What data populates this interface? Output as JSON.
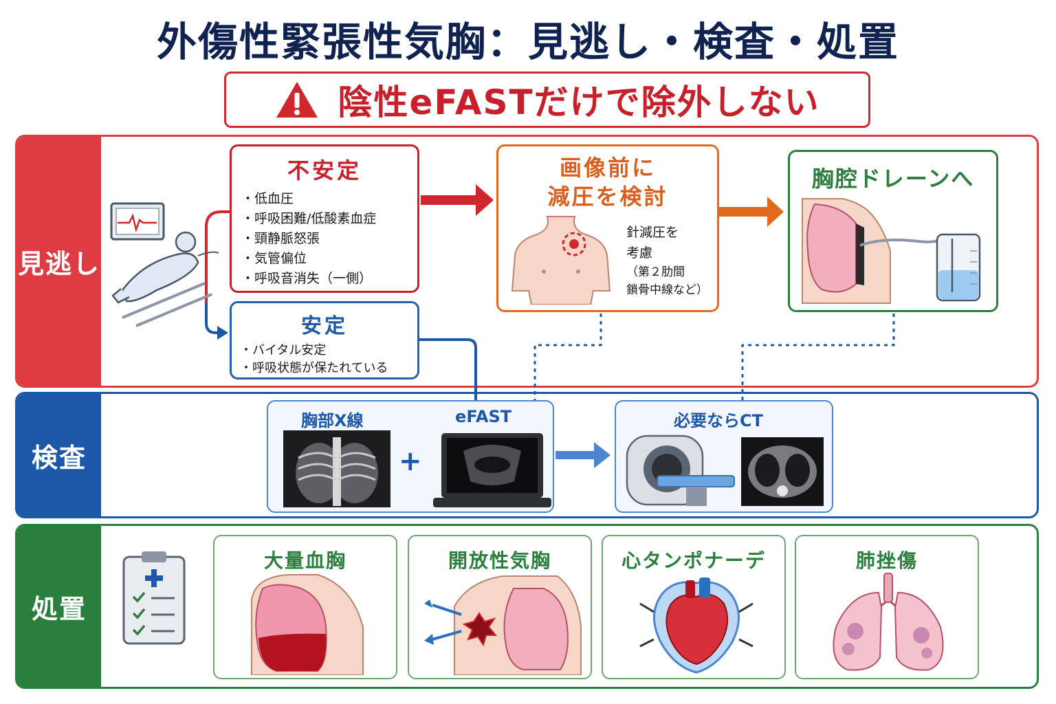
{
  "title": "外傷性緊張性気胸：見逃し・検査・処置",
  "warning": {
    "text": "陰性eFASTだけで除外しない"
  },
  "sections": {
    "miss": "見逃し",
    "exam": "検査",
    "treat": "処置"
  },
  "unstable": {
    "title": "不安定",
    "items": [
      "低血圧",
      "呼吸困難/低酸素血症",
      "頸静脈怒張",
      "気管偏位",
      "呼吸音消失（一側）"
    ]
  },
  "stable": {
    "title": "安定",
    "items": [
      "バイタル安定",
      "呼吸状態が保たれている"
    ]
  },
  "decompress": {
    "title_line1": "画像前に",
    "title_line2": "減圧を検討",
    "note_line1": "針減圧を",
    "note_line2": "考慮",
    "note_line3": "（第２肋間",
    "note_line4": "鎖骨中線など）"
  },
  "drain": {
    "title": "胸腔ドレーンへ"
  },
  "exam": {
    "xray_label": "胸部X線",
    "efast_label": "eFAST",
    "plus": "+",
    "ct_label": "必要ならCT"
  },
  "treatments": [
    {
      "title": "大量血胸"
    },
    {
      "title": "開放性気胸"
    },
    {
      "title": "心タンポナーデ"
    },
    {
      "title": "肺挫傷"
    }
  ],
  "colors": {
    "red": "#df3b43",
    "blue": "#1d58a8",
    "green": "#2a7f3c",
    "orange": "#e06b1f",
    "navy": "#0f2250"
  }
}
